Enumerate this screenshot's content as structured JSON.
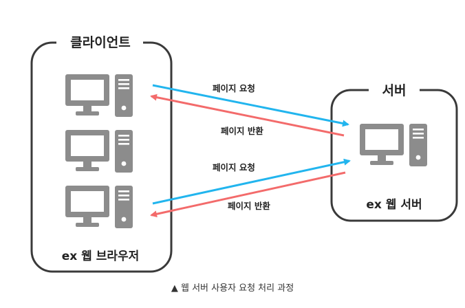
{
  "client": {
    "title": "클라이언트",
    "footer": "ex 웹 브라우저"
  },
  "server": {
    "title": "서버",
    "footer": "ex 웹 서버"
  },
  "arrows": [
    {
      "label": "페이지 요청"
    },
    {
      "label": "페이지 반환"
    },
    {
      "label": "페이지 요청"
    },
    {
      "label": "페이지 반환"
    }
  ],
  "caption": "▲ 웹 서버 사용자 요청 처리 과정",
  "colors": {
    "request": "#22b5ee",
    "response": "#f36b6b",
    "computer": "#8c8c8c",
    "border": "#3a3a3a"
  },
  "icons": [
    "desktop-computer-icon",
    "arrow-right-icon",
    "arrow-left-icon"
  ]
}
